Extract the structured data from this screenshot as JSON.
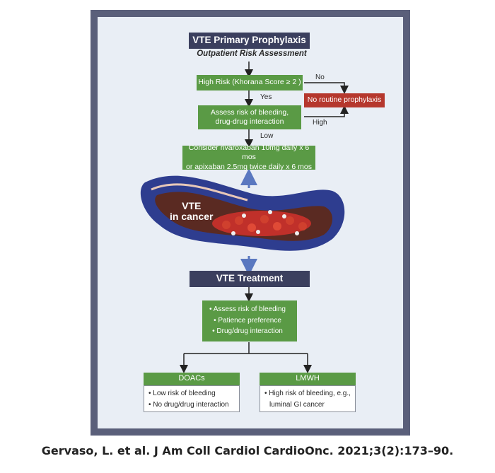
{
  "title": "VTE Primary Prophylaxis",
  "subtitle": "Outpatient Risk Assessment",
  "high_risk_box": "High Risk (Khorana Score ≥ 2 )",
  "no_label": "No",
  "yes_label": "Yes",
  "no_prophylaxis_box": "No routine prophylaxis",
  "assess_box": [
    "Assess risk of bleeding,",
    "drug-drug interaction"
  ],
  "high_label": "High",
  "low_label": "Low",
  "consider_box": [
    "Consider rivaroxaban 10mg daily x 6 mos",
    "or apixaban 2.5mg twice daily x 6 mos"
  ],
  "illustration_label": [
    "VTE",
    "in cancer"
  ],
  "treatment_title": "VTE Treatment",
  "treatment_bullets": [
    "• Assess risk of bleeding",
    "• Patience preference",
    "• Drug/drug interaction"
  ],
  "doacs": {
    "title": "DOACs",
    "items": [
      "• Low risk of bleeding",
      "• No drug/drug interaction"
    ]
  },
  "lmwh": {
    "title": "LMWH",
    "items": [
      "• High risk of bleeding, e.g.,",
      "luminal GI cancer"
    ]
  },
  "citation": "Gervaso, L. et al. J Am Coll Cardiol CardioOnc. 2021;3(2):173–90.",
  "colors": {
    "navy": "#3b3f5e",
    "green": "#5a9a45",
    "red": "#b5372d",
    "panel": "#e9eef5",
    "arrow_blue": "#5a78c0"
  }
}
